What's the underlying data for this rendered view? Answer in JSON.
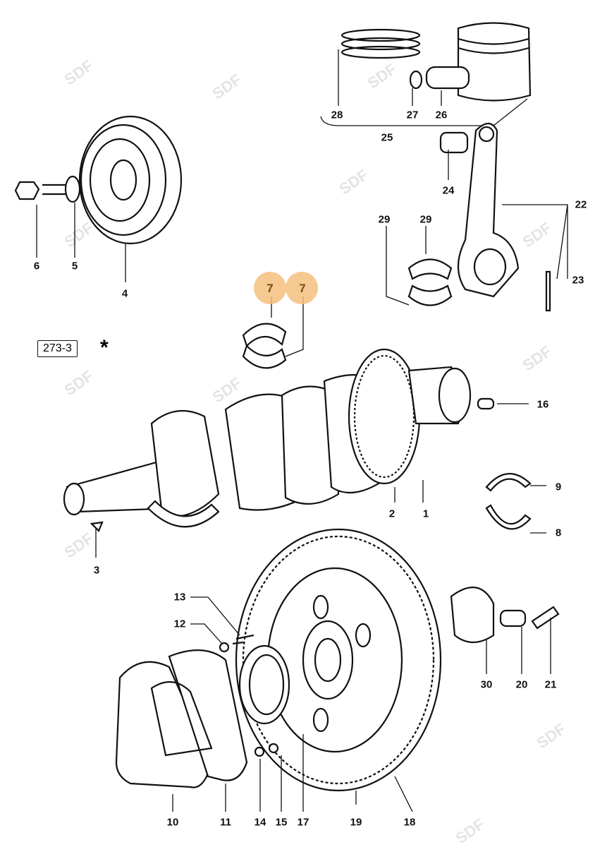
{
  "diagram": {
    "reference_code": "273-3",
    "reference_marker": "*",
    "watermark": "SDF",
    "highlight_color": "#f5c07f",
    "highlighted_parts": [
      "7"
    ],
    "callouts": {
      "c1": "1",
      "c2": "2",
      "c3": "3",
      "c4": "4",
      "c5": "5",
      "c6": "6",
      "c7a": "7",
      "c7b": "7",
      "c8": "8",
      "c9": "9",
      "c10": "10",
      "c11": "11",
      "c12": "12",
      "c13": "13",
      "c14": "14",
      "c15": "15",
      "c16": "16",
      "c17": "17",
      "c18": "18",
      "c19": "19",
      "c20": "20",
      "c21": "21",
      "c22": "22",
      "c23": "23",
      "c24": "24",
      "c25": "25",
      "c26": "26",
      "c27": "27",
      "c28": "28",
      "c29a": "29",
      "c29b": "29",
      "c30": "30"
    }
  }
}
